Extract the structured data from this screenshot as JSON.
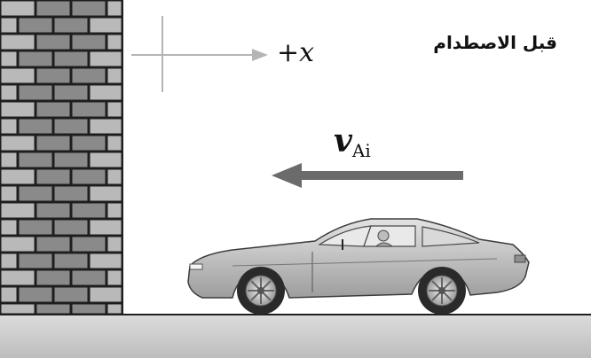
{
  "title": "قبل الاصطدام",
  "axis": {
    "label": "+x"
  },
  "velocity": {
    "symbol": "v",
    "subscript": "Ai"
  },
  "colors": {
    "brick_dark": "#8a8a8a",
    "brick_light": "#b9b9b9",
    "mortar": "#1e1e1e",
    "arrow": "#6b6b6b",
    "axis": "#b5b5b5",
    "ground": "#c9c9c9",
    "car_body": "#c8c8c8"
  }
}
